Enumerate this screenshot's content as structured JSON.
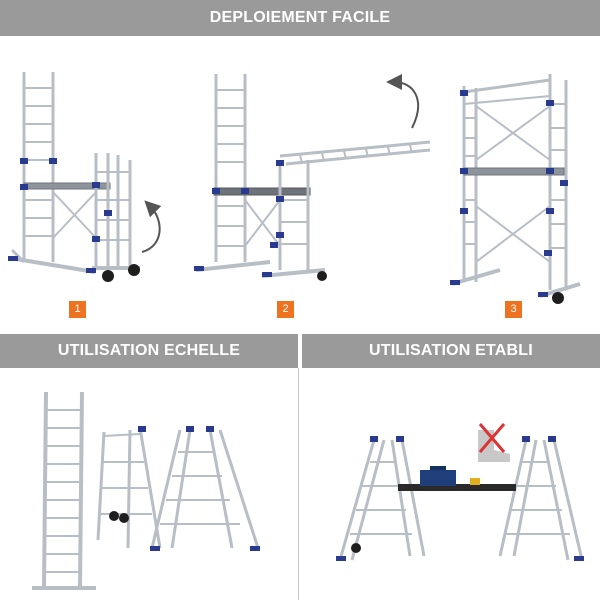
{
  "headers": {
    "deploy": "DEPLOIEMENT FACILE",
    "ladder_use": "UTILISATION ECHELLE",
    "bench_use": "UTILISATION ETABLI"
  },
  "steps": [
    "1",
    "2",
    "3"
  ],
  "colors": {
    "banner": "#9a9a9a",
    "badge": "#ee7320",
    "rail": "#b8bec6",
    "connector": "#2a3b8f",
    "wheel": "#1e1e1e",
    "arrow": "#555555"
  },
  "icons": [
    "rotate-arrow-icon",
    "no-step-icon",
    "toolbox-icon"
  ]
}
